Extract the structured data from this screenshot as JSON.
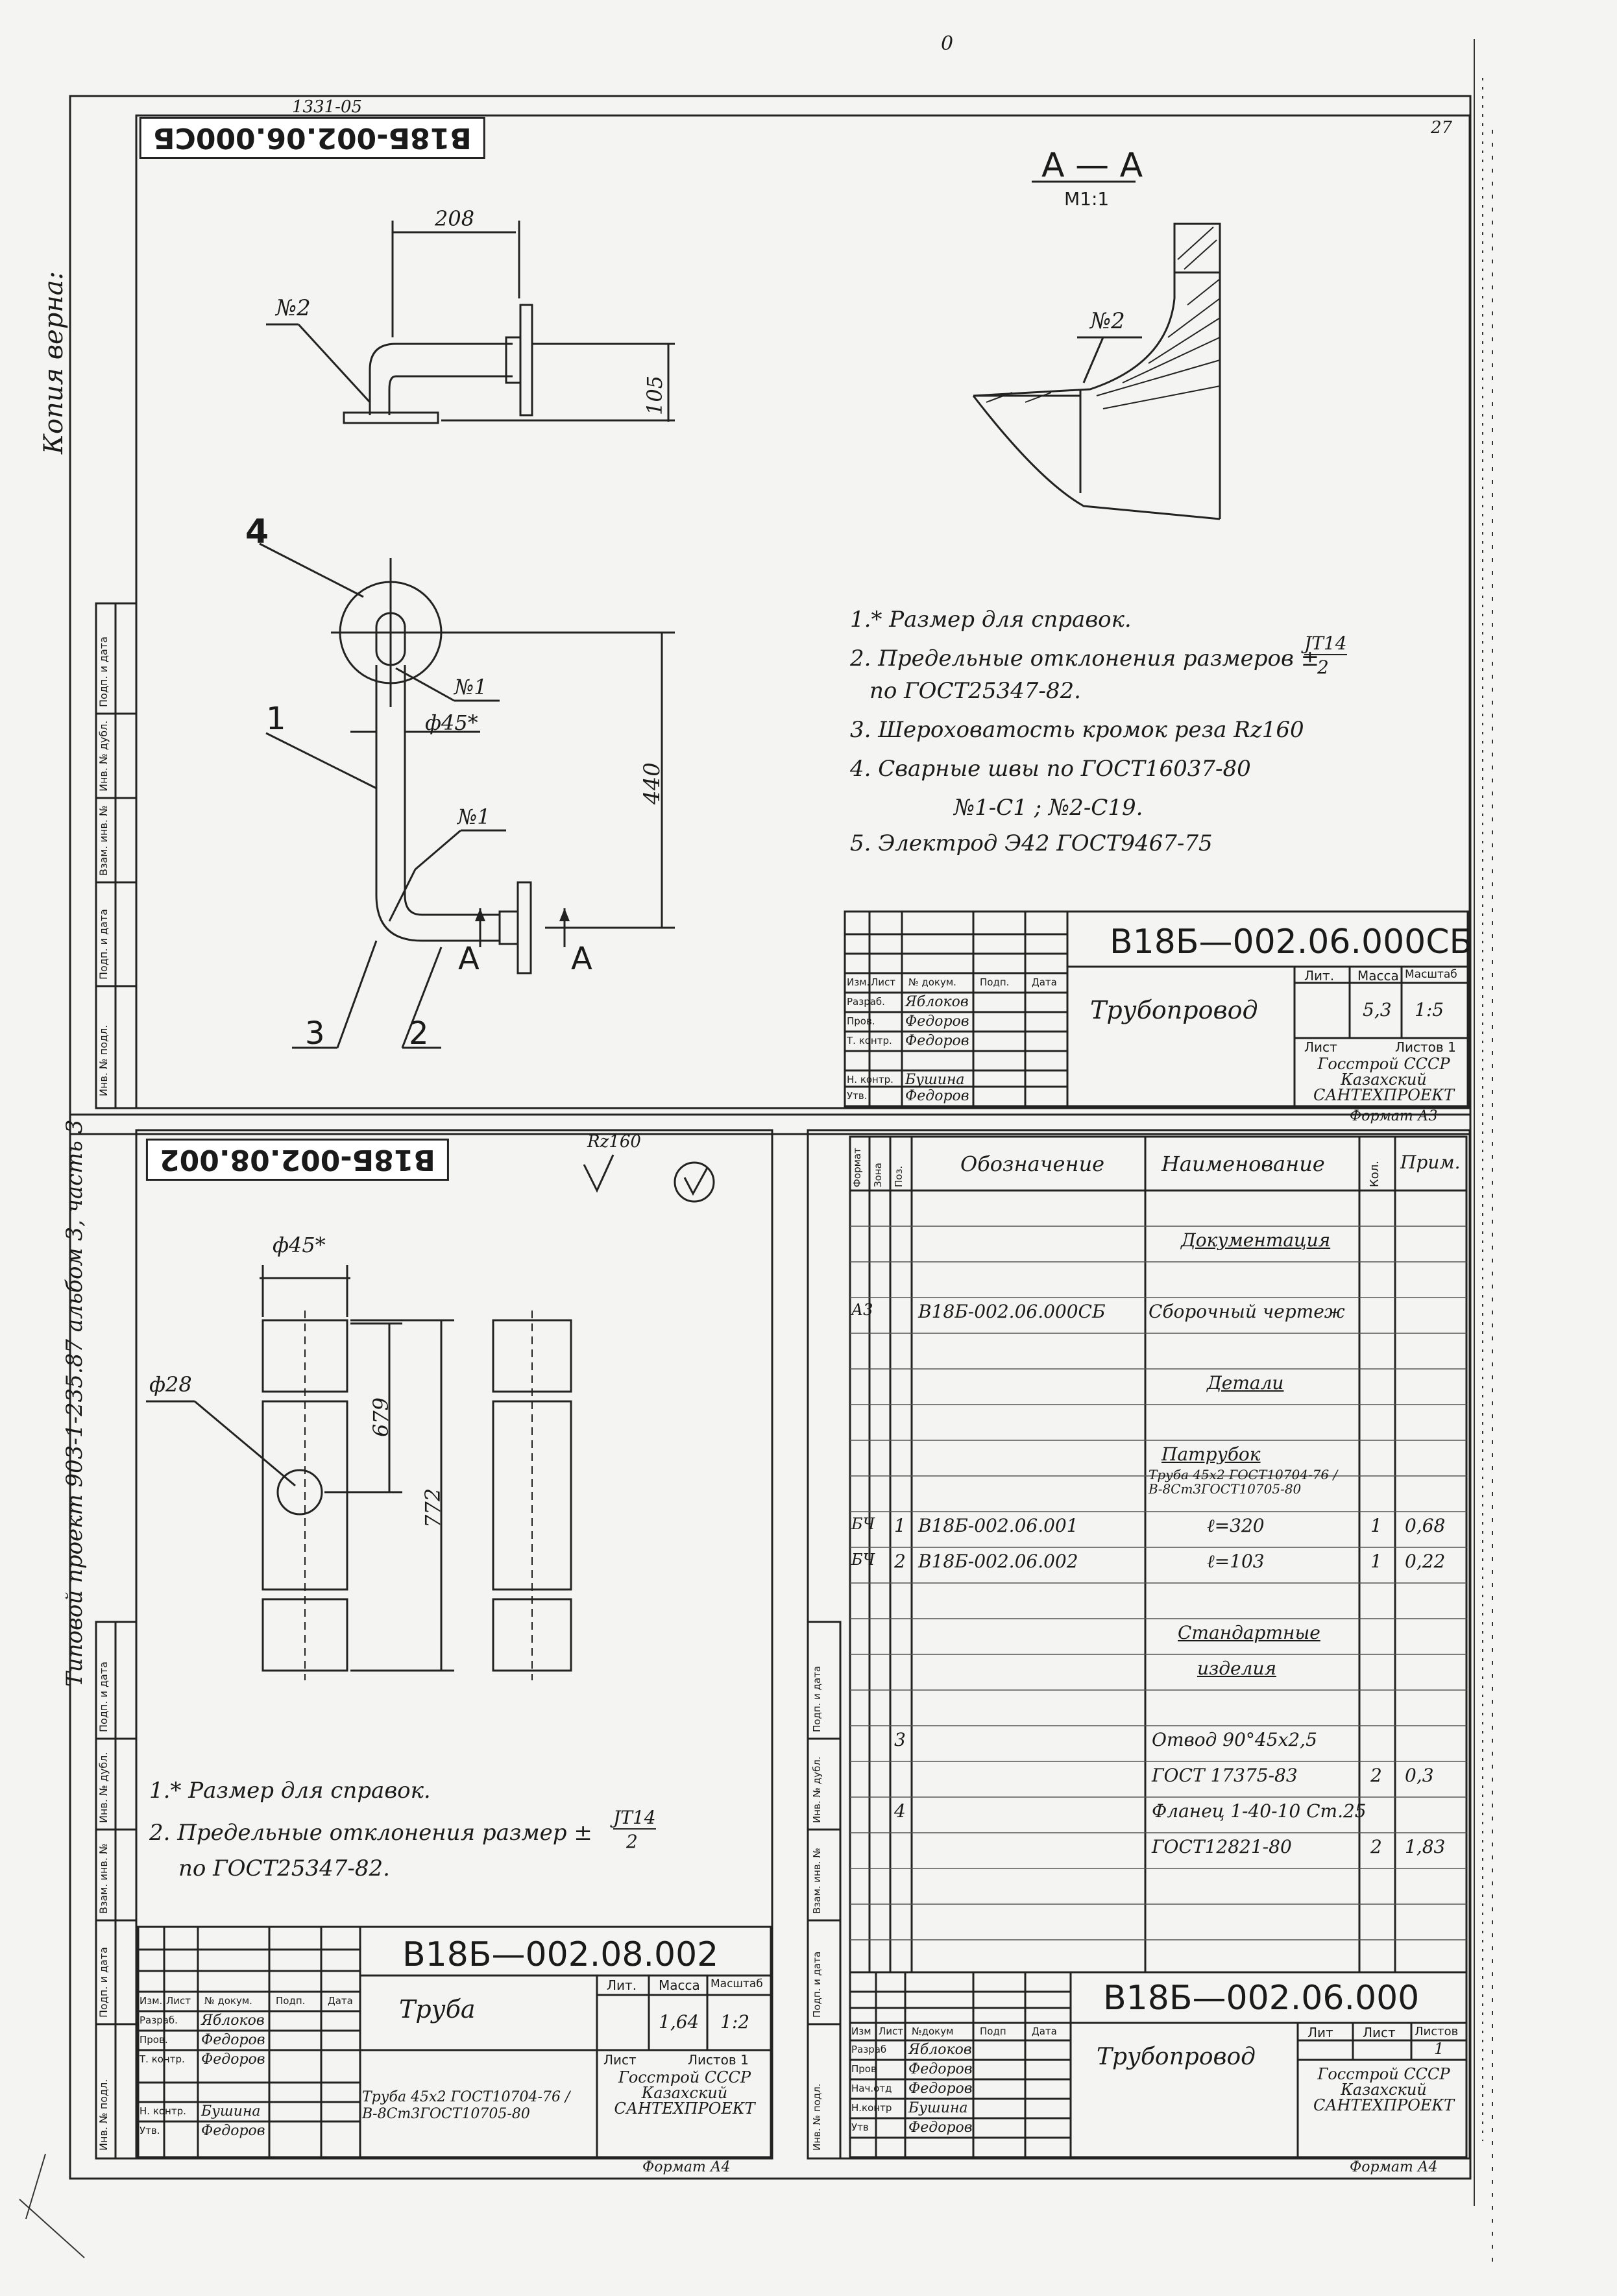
{
  "top_mark": "0",
  "margin_left": {
    "copy_verified": "Копия верна: ",
    "project": "Типовой проект 903-1-235.87 альбом 3, часть 3"
  },
  "stamp_sidebar": [
    "Подп. и дата",
    "Инв. № дубл.",
    "Взам. инв. №",
    "Подп. и дата",
    "Инв. № подл."
  ],
  "sheet1": {
    "sheet_code_rotated": "В18Б-002.06.000СБ",
    "corner_num": "1331-05",
    "page_num": "27",
    "section_label": "А — А",
    "section_scale": "М1:1",
    "weld2": "№2",
    "dims": {
      "d208": "208",
      "d105": "105",
      "d440": "440",
      "d45": "ф45*"
    },
    "welds": {
      "w1a": "№1",
      "w1b": "№1",
      "w2": "№2"
    },
    "positions": {
      "p1": "1",
      "p2": "2",
      "p3": "3",
      "p4": "4"
    },
    "cut_a": "А",
    "notes": [
      "1.* Размер для справок.",
      "2. Предельные отклонения размеров ±",
      "по ГОСТ25347-82.",
      "3. Шероховатость кромок реза   Rz160",
      "4. Сварные швы по ГОСТ16037-80",
      "№1-С1 ; №2-С19.",
      "5. Электрод  Э42 ГОСТ9467-75"
    ],
    "tol_num": "JT14",
    "tol_den": "2",
    "title_block": {
      "code": "В18Б—002.06.000СБ",
      "name": "Трубопровод",
      "lit_label": "Лит.",
      "mass_label": "Масса",
      "scale_label": "Масштаб",
      "mass": "5,3",
      "scale": "1:5",
      "sheet_label": "Лист",
      "sheets_label": "Листов 1",
      "org": "Госстрой СССР Казахский САНТЕХПРОЕКТ",
      "rows": [
        [
          "Изм.",
          "Лист",
          "№ докум.",
          "Подп.",
          "Дата"
        ],
        [
          "Разраб.",
          "Яблоков"
        ],
        [
          "Пров.",
          "Федоров"
        ],
        [
          "Т. контр.",
          "Федоров"
        ],
        [
          "Н. контр.",
          "Бушина"
        ],
        [
          "Утв.",
          "Федоров"
        ]
      ],
      "format": "Формат А3"
    }
  },
  "sheet2": {
    "sheet_code_rotated": "В18Б-002.08.002",
    "rz": "Rz160",
    "dims": {
      "d45": "ф45*",
      "d28": "ф28",
      "d679": "679",
      "d772": "772"
    },
    "notes": [
      "1.* Размер для справок.",
      "2. Предельные отклонения размер ±",
      "по ГОСТ25347-82."
    ],
    "tol_num": "JT14",
    "tol_den": "2",
    "title_block": {
      "code": "В18Б—002.08.002",
      "name": "Труба",
      "lit_label": "Лит.",
      "mass_label": "Масса",
      "scale_label": "Масштаб",
      "mass": "1,64",
      "scale": "1:2",
      "sheet_label": "Лист",
      "sheets_label": "Листов 1",
      "material": "Труба 45х2 ГОСТ10704-76 / В-8Ст3ГОСТ10705-80",
      "org": "Госстрой СССР Казахский САНТЕХПРОЕКТ",
      "rows": [
        [
          "Изм.",
          "Лист",
          "№ докум.",
          "Подп.",
          "Дата"
        ],
        [
          "Разраб.",
          "Яблоков"
        ],
        [
          "Пров.",
          "Федоров"
        ],
        [
          "Т. контр.",
          "Федоров"
        ],
        [
          "Н. контр.",
          "Бушина"
        ],
        [
          "Утв.",
          "Федоров"
        ]
      ],
      "format": "Формат А4"
    }
  },
  "sheet3": {
    "headers": [
      "Формат",
      "Зона",
      "Поз.",
      "Обозначение",
      "Наименование",
      "Кол.",
      "Прим."
    ],
    "rows": [
      {
        "fmt": "",
        "pos": "",
        "desig": "",
        "name": "Документация",
        "qty": "",
        "note": ""
      },
      {
        "fmt": "А3",
        "pos": "",
        "desig": "В18Б-002.06.000СБ",
        "name": "Сборочный чертеж",
        "qty": "",
        "note": ""
      },
      {
        "fmt": "",
        "pos": "",
        "desig": "",
        "name": "Детали",
        "qty": "",
        "note": ""
      },
      {
        "fmt": "",
        "pos": "",
        "desig": "",
        "name": "Патрубок",
        "qty": "",
        "note": ""
      },
      {
        "fmt": "",
        "pos": "",
        "desig": "",
        "name": "Труба 45х2 ГОСТ10704-76 / В-8Ст3ГОСТ10705-80",
        "qty": "",
        "note": ""
      },
      {
        "fmt": "БЧ",
        "pos": "1",
        "desig": "В18Б-002.06.001",
        "name": "ℓ=320",
        "qty": "1",
        "note": "0,68"
      },
      {
        "fmt": "БЧ",
        "pos": "2",
        "desig": "В18Б-002.06.002",
        "name": "ℓ=103",
        "qty": "1",
        "note": "0,22"
      },
      {
        "fmt": "",
        "pos": "",
        "desig": "",
        "name": "Стандартные",
        "qty": "",
        "note": ""
      },
      {
        "fmt": "",
        "pos": "",
        "desig": "",
        "name": "изделия",
        "qty": "",
        "note": ""
      },
      {
        "fmt": "",
        "pos": "3",
        "desig": "",
        "name": "Отвод 90°45х2,5",
        "qty": "",
        "note": ""
      },
      {
        "fmt": "",
        "pos": "",
        "desig": "",
        "name": "ГОСТ 17375-83",
        "qty": "2",
        "note": "0,3"
      },
      {
        "fmt": "",
        "pos": "4",
        "desig": "",
        "name": "Фланец 1-40-10 Ст.25",
        "qty": "",
        "note": ""
      },
      {
        "fmt": "",
        "pos": "",
        "desig": "",
        "name": "ГОСТ12821-80",
        "qty": "2",
        "note": "1,83"
      }
    ],
    "title_block": {
      "code": "В18Б—002.06.000",
      "name": "Трубопровод",
      "lit_label": "Лит",
      "sheet_label": "Лист",
      "sheets_label": "Листов",
      "sheets": "1",
      "org": "Госстрой СССР Казахский САНТЕХПРОЕКТ",
      "rows": [
        [
          "Изм",
          "Лист",
          "№докум",
          "Подп",
          "Дата"
        ],
        [
          "Разраб",
          "Яблоков"
        ],
        [
          "Пров",
          "Федоров"
        ],
        [
          "Нач.отд",
          "Федоров"
        ],
        [
          "Н.контр",
          "Бушина"
        ],
        [
          "Утв",
          "Федоров"
        ]
      ],
      "format": "Формат А4"
    }
  }
}
